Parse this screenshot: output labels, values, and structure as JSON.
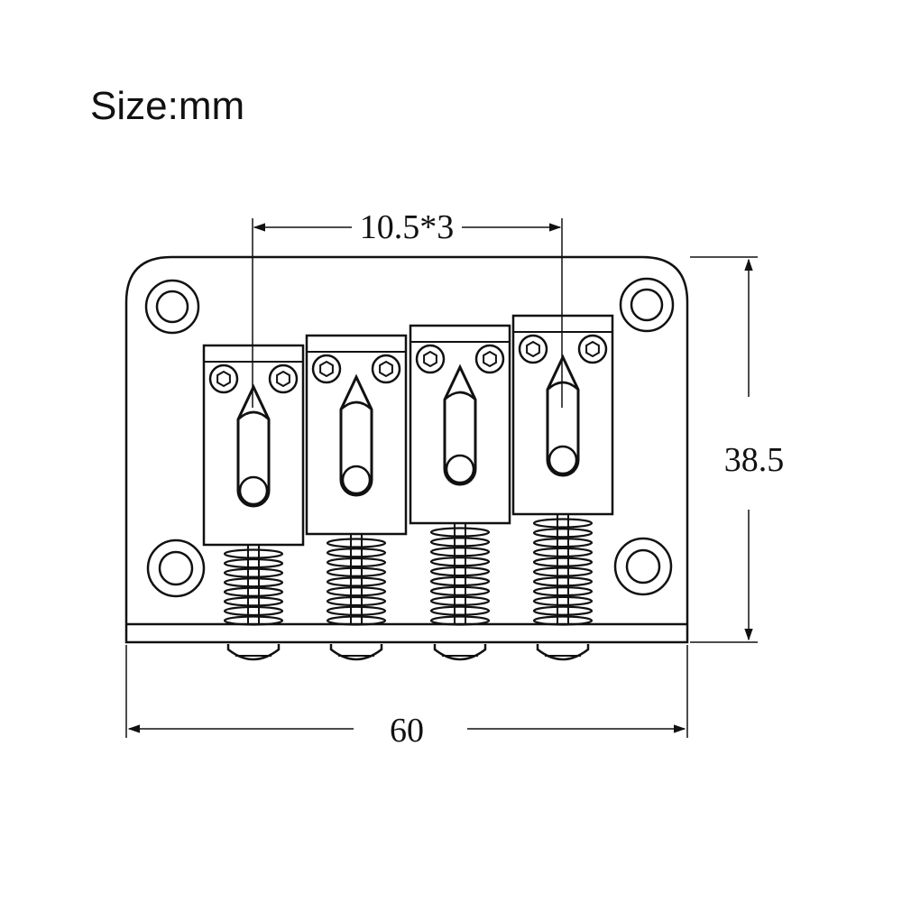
{
  "title": "Size:mm",
  "dimensions": {
    "saddle_spacing": "10.5*3",
    "height": "38.5",
    "width": "60"
  },
  "saddle_count": 4,
  "colors": {
    "line": "#111111",
    "background": "#ffffff"
  }
}
